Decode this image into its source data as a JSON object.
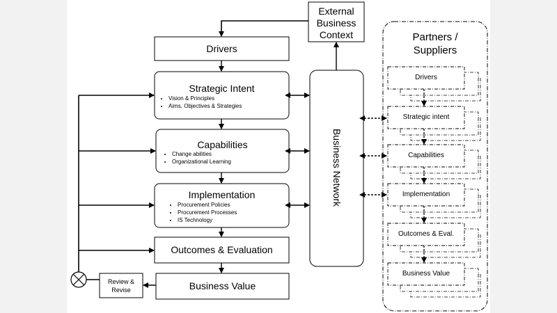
{
  "external_context": {
    "lines": [
      "External",
      "Business",
      "Context"
    ]
  },
  "stages": {
    "drivers": {
      "title": "Drivers"
    },
    "strategic_intent": {
      "title": "Strategic Intent",
      "bullets": [
        "Vision & Principles",
        "Aims, Objectives & Strategies"
      ]
    },
    "capabilities": {
      "title": "Capabilities",
      "bullets": [
        "Change abilities",
        "Organizational Learning"
      ]
    },
    "implementation": {
      "title": "Implementation",
      "bullets": [
        "Procurement Policies",
        "Procurement Processes",
        "IS Technology"
      ]
    },
    "outcomes": {
      "title": "Outcomes & Evaluation"
    },
    "business_value": {
      "title": "Business Value"
    }
  },
  "review": {
    "lines": [
      "Review &",
      "Revise"
    ]
  },
  "business_network": {
    "label": "Business Network"
  },
  "partners": {
    "title_lines": [
      "Partners /",
      "Suppliers"
    ],
    "items": [
      "Drivers",
      "Strategic intent",
      "Capabilities",
      "Implementation",
      "Outcomes & Eval.",
      "Business Value"
    ]
  },
  "colors": {
    "stroke": "#000000",
    "background": "#ffffff",
    "side_margin": "#f2f2f2"
  }
}
